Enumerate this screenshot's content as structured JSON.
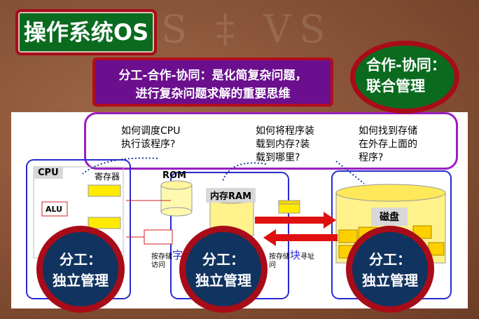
{
  "title": "操作系统OS",
  "principle": {
    "line1": "分工-合作-协同：是化简复杂问题，",
    "line2": "进行复杂问题求解的重要思维"
  },
  "coop": {
    "line1": "合作-协同：",
    "line2": "联合管理"
  },
  "questions": [
    {
      "line1": "如何调度CPU",
      "line2": "执行该程序?"
    },
    {
      "line1": "如何将程序装",
      "line2": "载到内存?装",
      "line3": "载到哪里?"
    },
    {
      "line1": "如何找到存储",
      "line2": "在外存上面的",
      "line3": "程序?"
    }
  ],
  "components": {
    "cpu": "CPU",
    "register": "寄存器",
    "alu": "ALU",
    "rom": "ROM",
    "ram": "内存RAM",
    "disk": "磁盘",
    "word_access_a": "按存储",
    "word_access_char": "字",
    "word_access_b": "访问",
    "block_access_a": "按存储",
    "block_access_char": "块",
    "block_access_b": "寻址",
    "block_access_c": "问"
  },
  "division": {
    "line1": "分工：",
    "line2": "独立管理"
  },
  "colors": {
    "green": "#0a6b1f",
    "purple": "#6b0f8e",
    "red": "#a80c18",
    "navy": "#10335f",
    "yellow": "#ffea00"
  }
}
